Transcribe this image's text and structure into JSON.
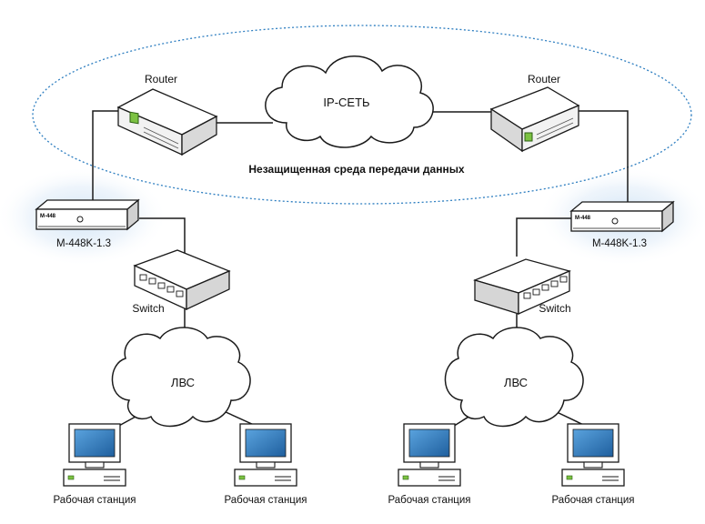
{
  "wan": {
    "cloud_label": "IP-СЕТЬ",
    "caption": "Незащищенная среда передачи данных",
    "routers": [
      "Router",
      "Router"
    ]
  },
  "sites": [
    {
      "crypto_label": "M-448K-1.3",
      "crypto_tag": "M-448",
      "switch_label": "Switch",
      "lan_label": "ЛВС",
      "workstations": [
        "Рабочая станция",
        "Рабочая станция"
      ]
    },
    {
      "crypto_label": "M-448K-1.3",
      "crypto_tag": "M-448",
      "switch_label": "Switch",
      "lan_label": "ЛВС",
      "workstations": [
        "Рабочая станция",
        "Рабочая станция"
      ]
    }
  ],
  "colors": {
    "zone_border": "#2f7fc1",
    "glow": "#cfe3f5",
    "led": "#7cc242",
    "screen": "#2d7cc4",
    "outline": "#1a1a1a"
  }
}
